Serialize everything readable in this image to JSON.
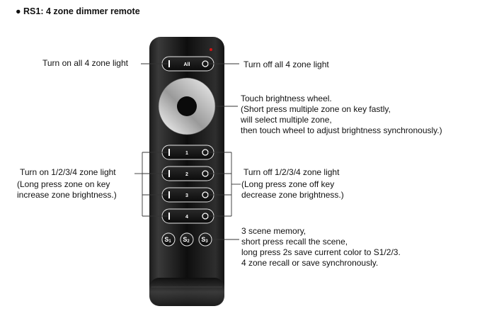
{
  "heading": "● RS1:  4 zone dimmer remote",
  "keys": {
    "all": "All",
    "zone1": "1",
    "zone2": "2",
    "zone3": "3",
    "zone4": "4",
    "on_symbol": "I",
    "off_symbol": "O"
  },
  "scenes": {
    "s1": {
      "letter": "S",
      "num": "1"
    },
    "s2": {
      "letter": "S",
      "num": "2"
    },
    "s3": {
      "letter": "S",
      "num": "3"
    }
  },
  "labels": {
    "all_on": "Turn on all 4 zone light",
    "all_off": "Turn off all 4 zone light",
    "wheel": [
      "Touch brightness wheel.",
      "(Short press multiple zone on key fastly,",
      "will select multiple zone,",
      "then touch wheel to adjust brightness synchronously.)"
    ],
    "zone_on": "Turn on 1/2/3/4 zone light",
    "zone_on_long": [
      "(Long press zone on key",
      "increase zone brightness.)"
    ],
    "zone_off": "Turn off 1/2/3/4 zone light",
    "zone_off_long": [
      "(Long press zone off key",
      "decrease zone brightness.)"
    ],
    "scene": [
      "3 scene memory,",
      "short press recall the scene,",
      "long press 2s save current color to S1/2/3.",
      "4 zone recall or save synchronously."
    ]
  }
}
